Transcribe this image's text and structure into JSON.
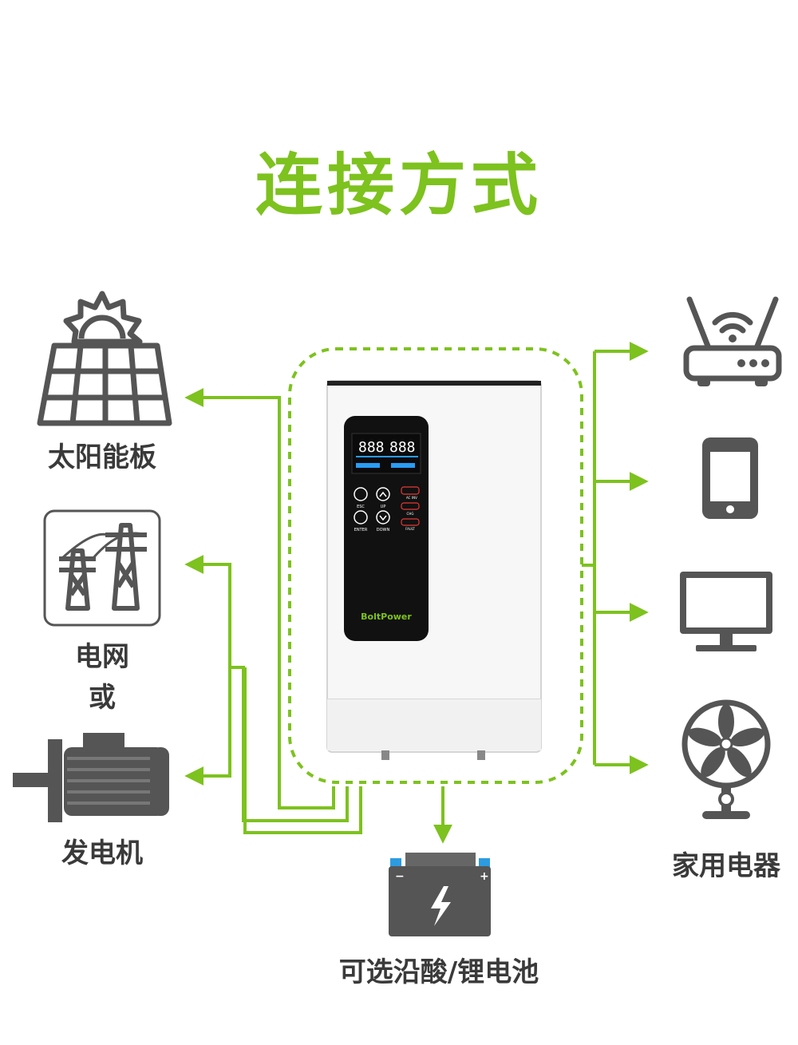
{
  "title": "连接方式",
  "labels": {
    "solar": "太阳能板",
    "grid": "电网",
    "or": "或",
    "generator": "发电机",
    "battery": "可选沿酸/锂电池",
    "appliances": "家用电器"
  },
  "device": {
    "brand": "BoltPower",
    "buttons": [
      "ESC",
      "UP",
      "ENTER",
      "DOWN"
    ],
    "indicators": [
      "AC",
      "INV",
      "CHG",
      "FAULT"
    ],
    "lcd_digits": [
      "888",
      "888"
    ]
  },
  "colors": {
    "accent": "#7dc21e",
    "icon": "#555555",
    "text": "#3a3a3a",
    "panel": "#111111",
    "indicator_red": "#e53935"
  },
  "icons": [
    "solar-panel-icon",
    "power-tower-icon",
    "generator-motor-icon",
    "battery-icon",
    "router-icon",
    "phone-icon",
    "monitor-icon",
    "fan-icon"
  ]
}
